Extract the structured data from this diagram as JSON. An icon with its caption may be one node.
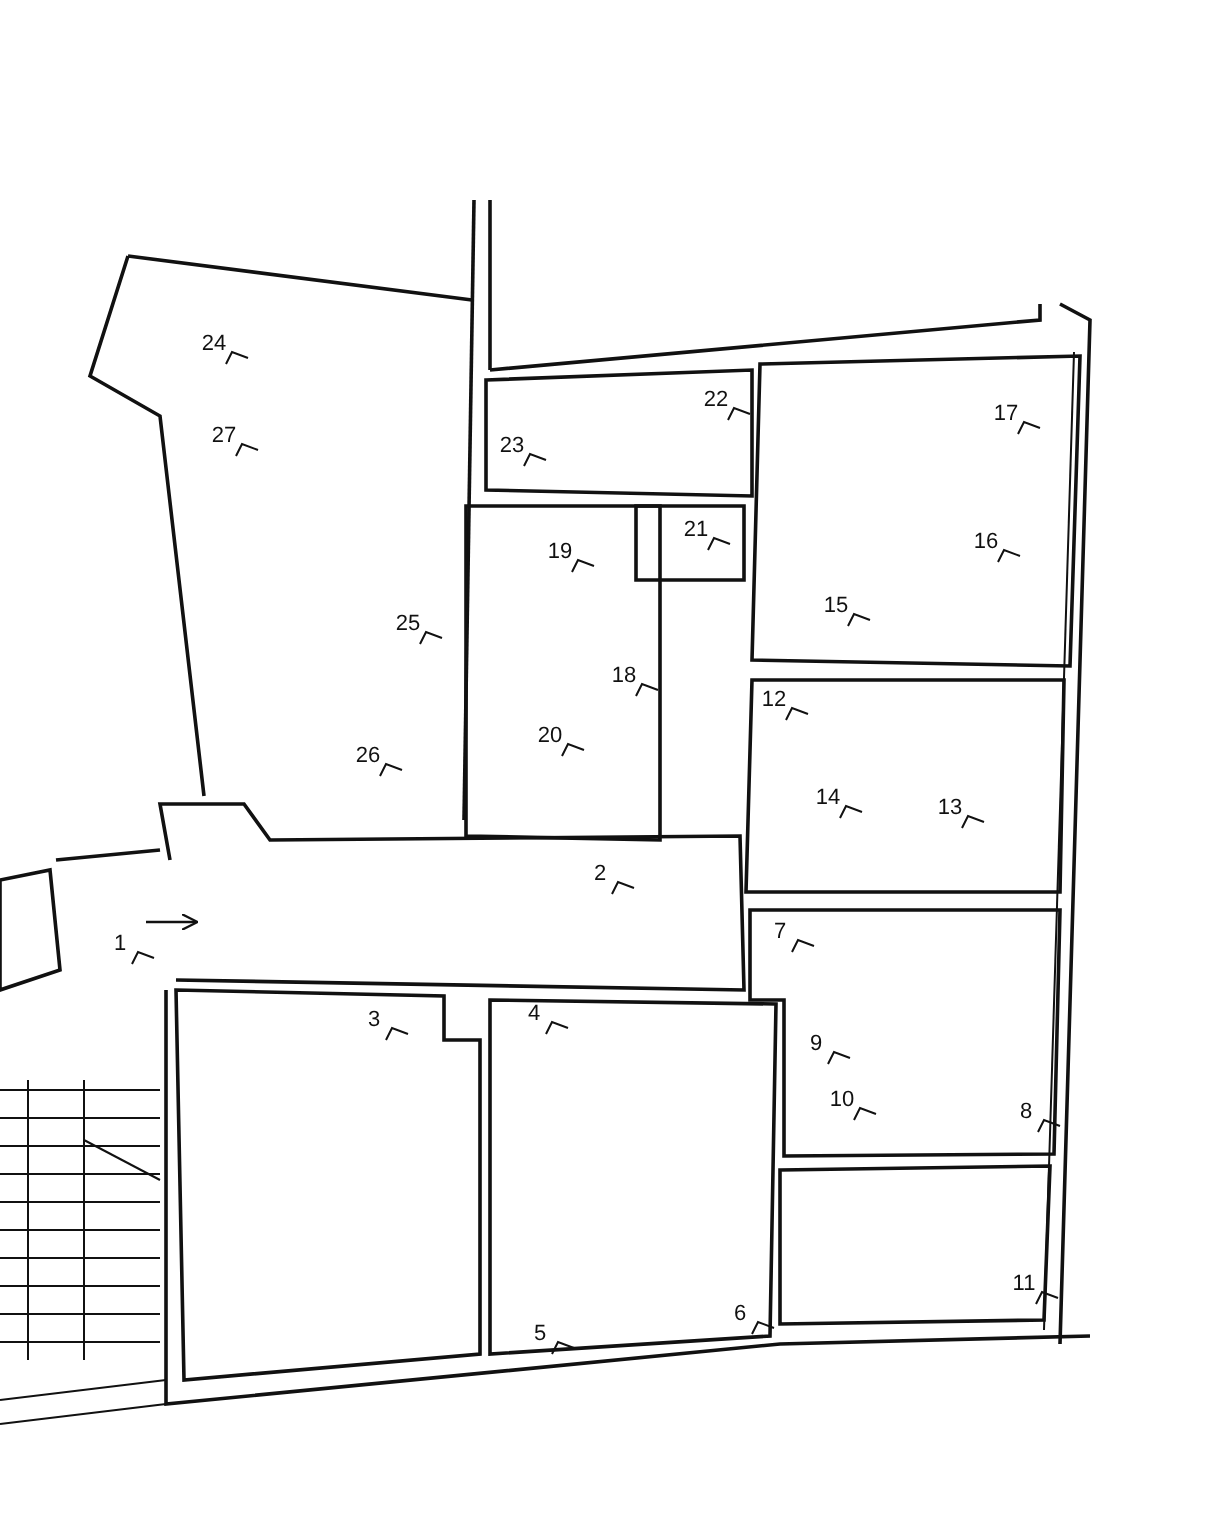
{
  "diagram": {
    "labels": [
      "24",
      "22",
      "17",
      "27",
      "23",
      "19",
      "21",
      "16",
      "15",
      "25",
      "18",
      "12",
      "20",
      "26",
      "14",
      "13",
      "2",
      "7",
      "1",
      "3",
      "4",
      "9",
      "10",
      "8",
      "11",
      "5",
      "6"
    ]
  }
}
